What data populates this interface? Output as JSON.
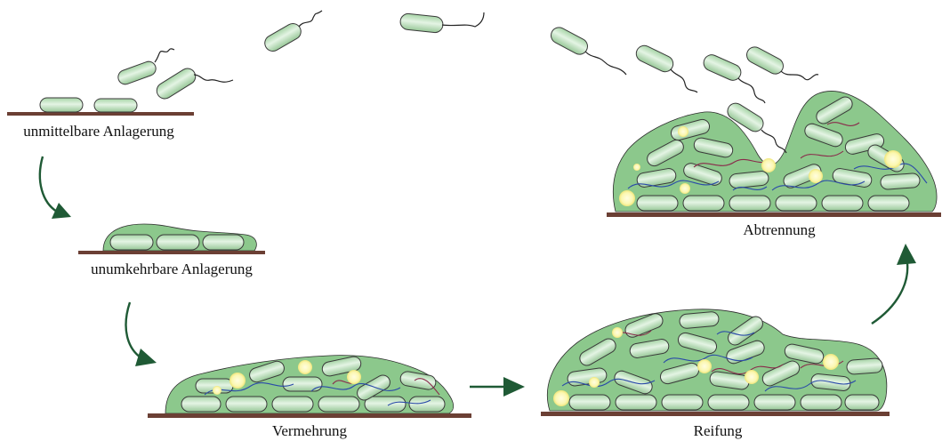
{
  "stages": {
    "attachment_reversible": {
      "label": "unmittelbare Anlagerung"
    },
    "attachment_irreversible": {
      "label": "unumkehrbare Anlagerung"
    },
    "proliferation": {
      "label": "Vermehrung"
    },
    "maturation": {
      "label": "Reifung"
    },
    "dispersal": {
      "label": "Abtrennung"
    }
  },
  "colors": {
    "biofilm_matrix": "#8cc88c",
    "bacterium_fill": "#c8e6c8",
    "surface": "#6b3f34",
    "arrow": "#1f5a35",
    "vesicle": "#fbf7b0",
    "fibril_blue": "#2a4aa8",
    "fibril_red": "#8a2a4a"
  }
}
